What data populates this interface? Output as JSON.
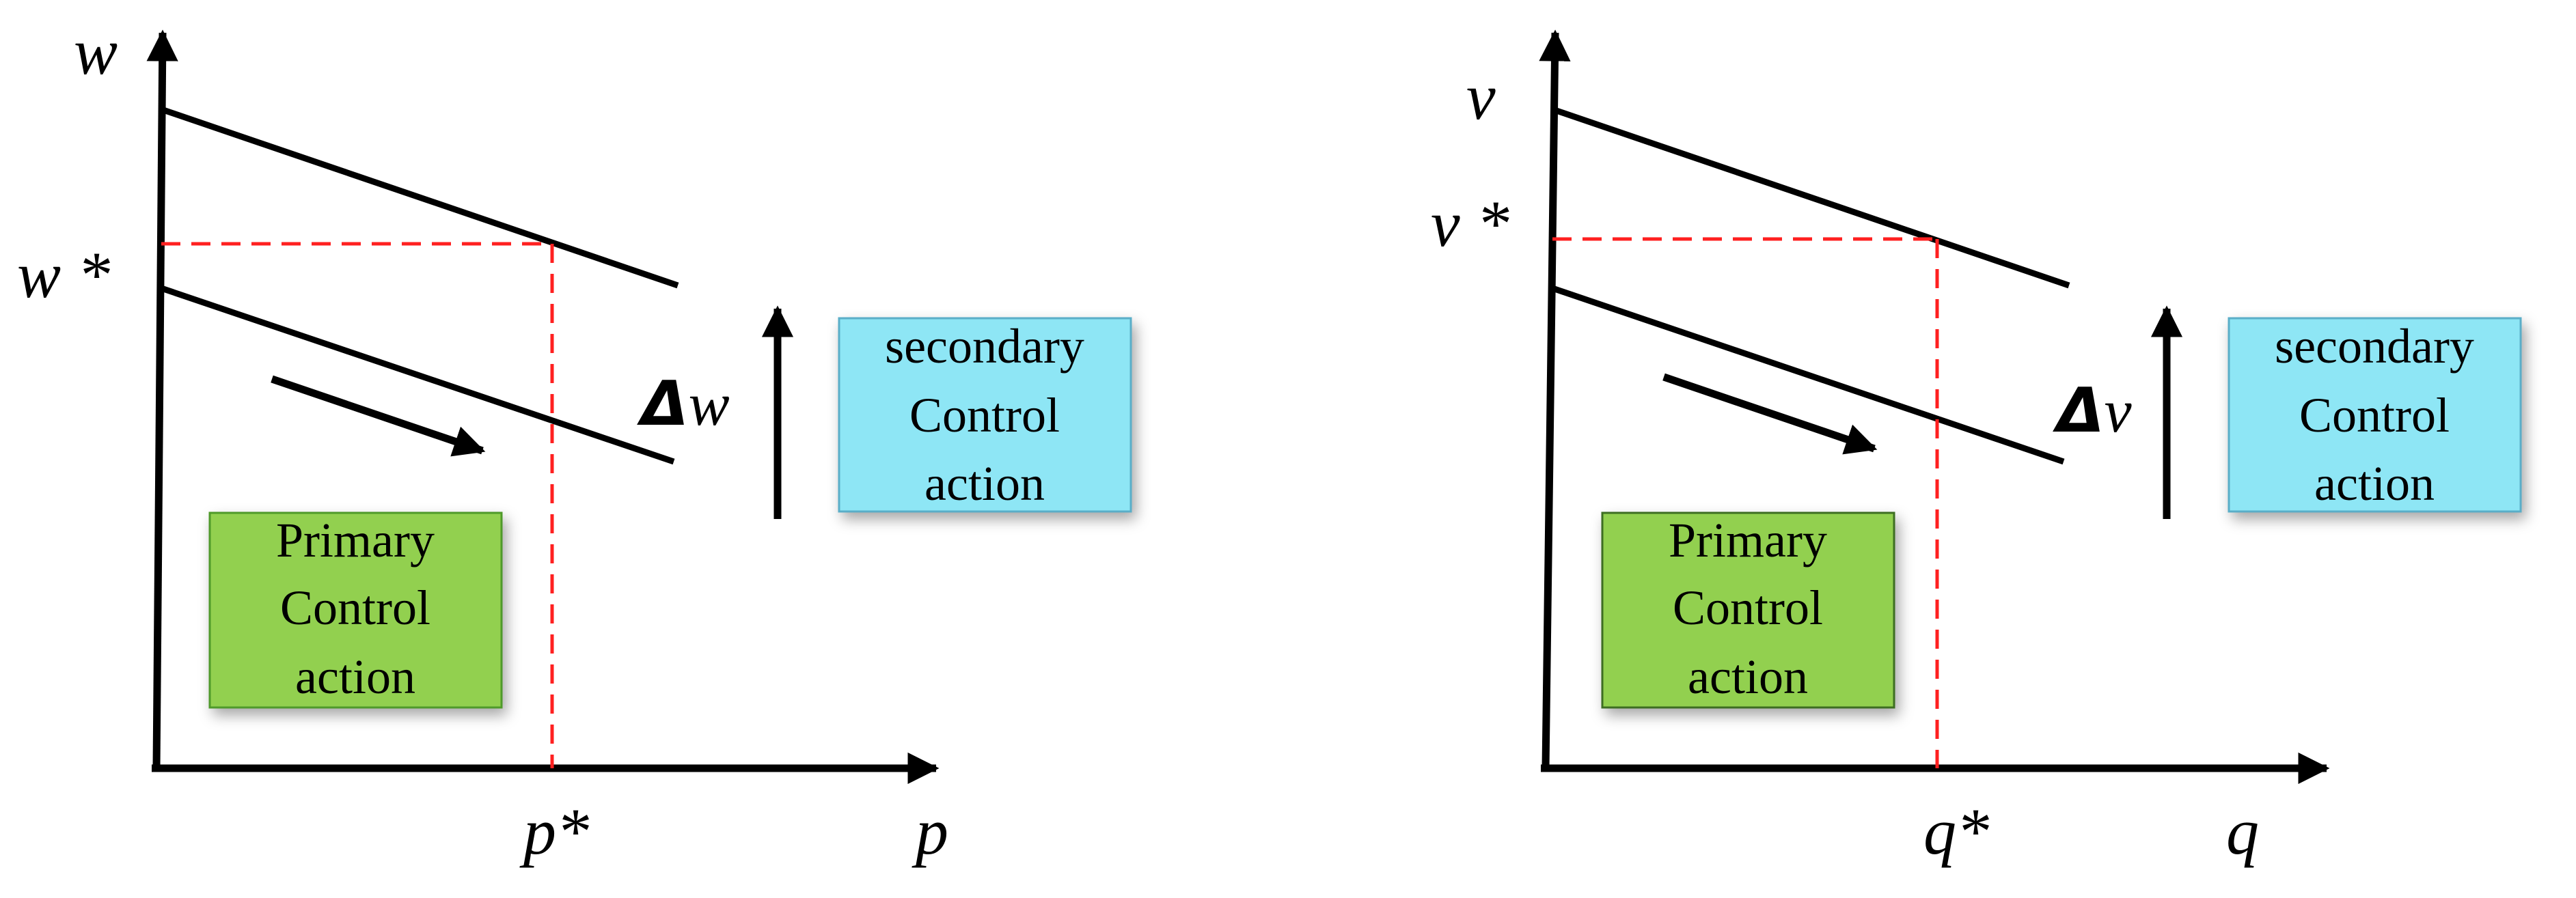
{
  "panels": [
    {
      "y_axis_label": "w",
      "y_star_label": "w *",
      "x_axis_label": "p",
      "x_star_label": "p*",
      "delta_symbol": "Δ",
      "delta_var": "w",
      "secondary_box": {
        "lines": [
          "secondary",
          "Control",
          "action"
        ],
        "color": "#8ee6f5"
      },
      "primary_box": {
        "lines": [
          "Primary",
          "Control",
          "action"
        ],
        "color": "#92d050"
      }
    },
    {
      "y_axis_label": "v",
      "y_star_label": "v *",
      "x_axis_label": "q",
      "x_star_label": "q*",
      "delta_symbol": "Δ",
      "delta_var": "v",
      "secondary_box": {
        "lines": [
          "secondary",
          "Control",
          "action"
        ],
        "color": "#8ee6f5"
      },
      "primary_box": {
        "lines": [
          "Primary",
          "Control",
          "action"
        ],
        "color": "#92d050"
      }
    }
  ],
  "colors": {
    "guide_line": "#ff2020",
    "axis": "#000000"
  }
}
